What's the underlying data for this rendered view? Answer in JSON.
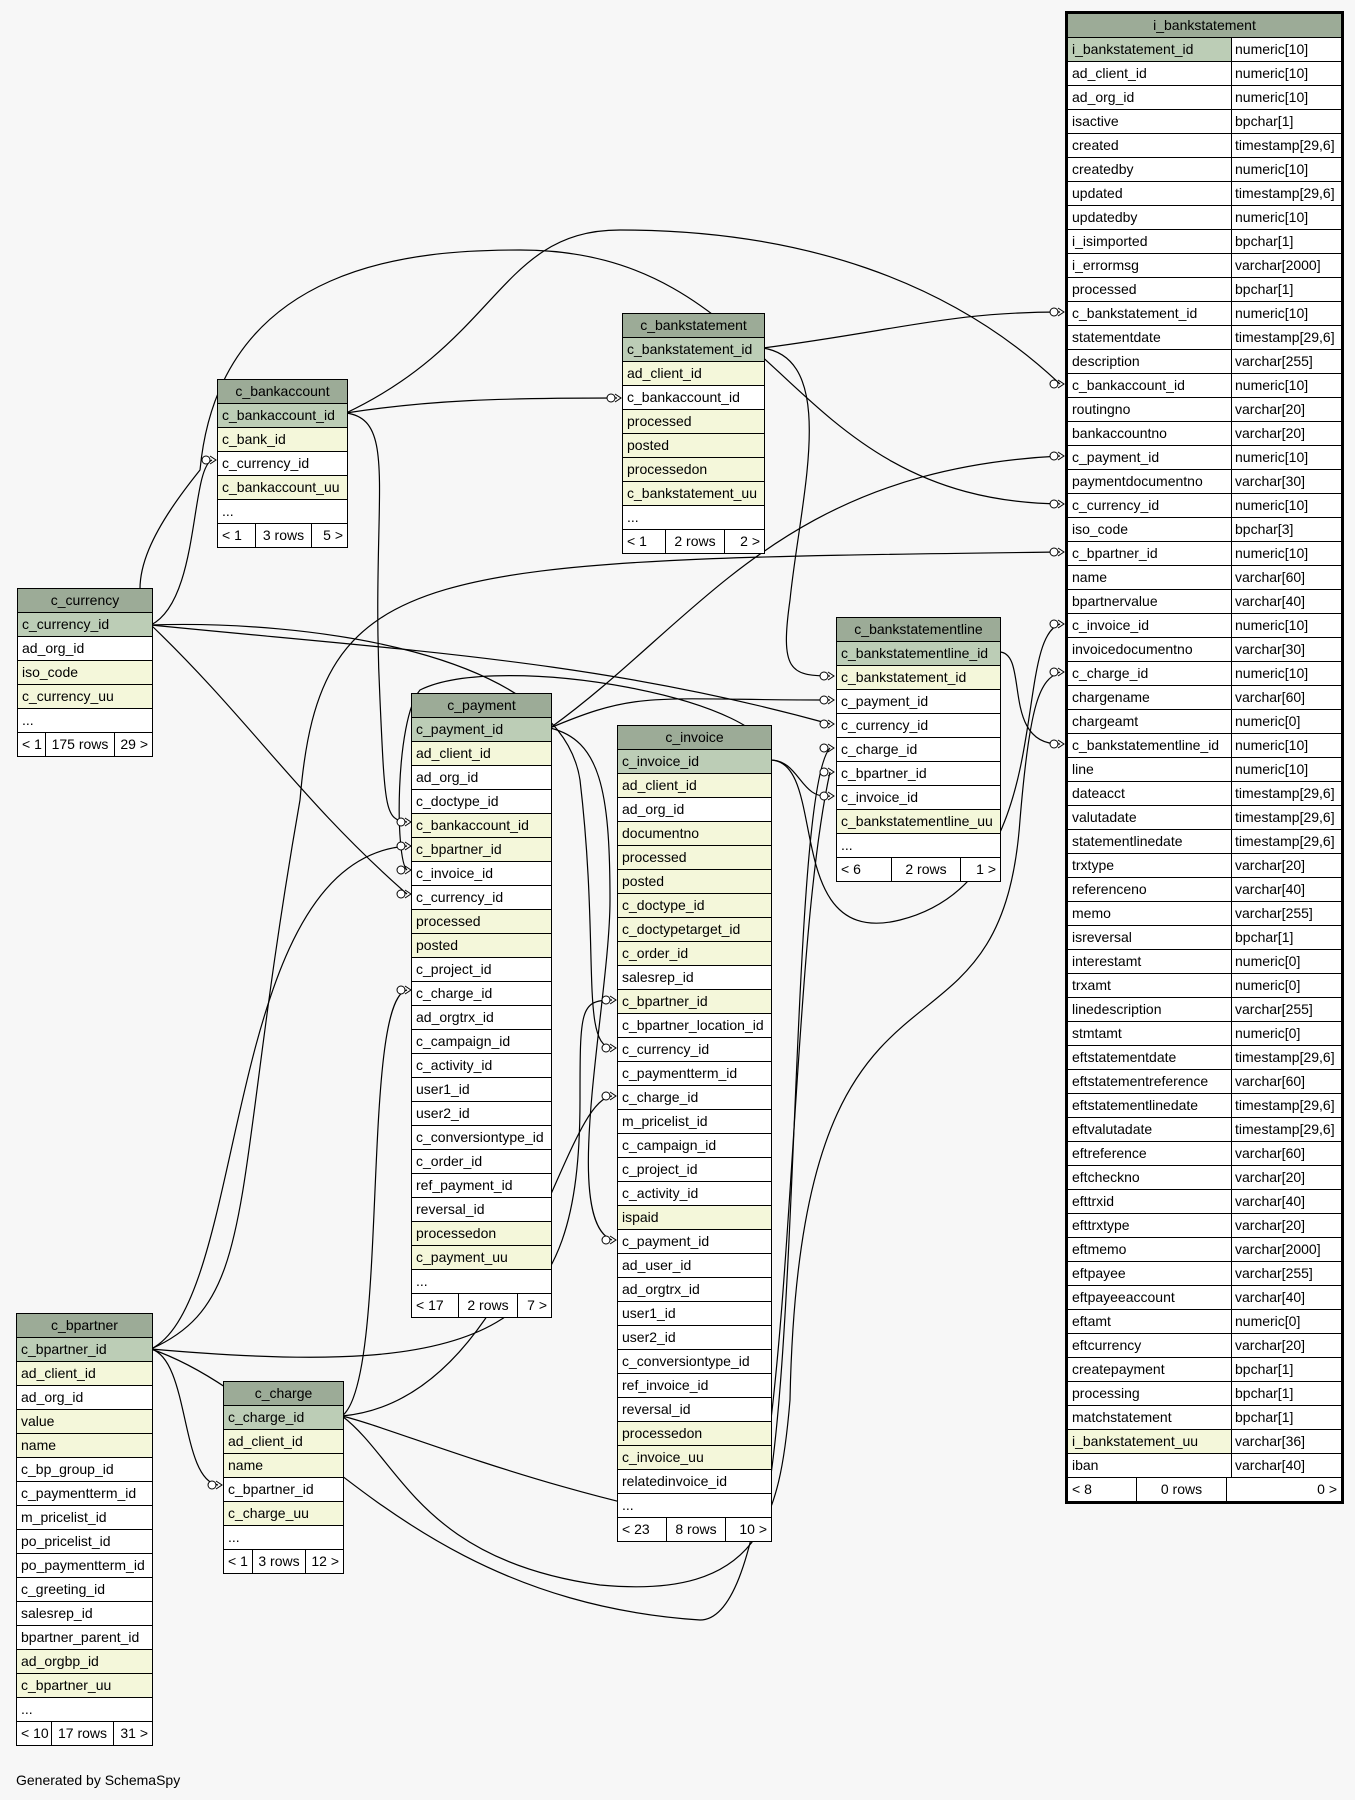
{
  "credit": "Generated by SchemaSpy",
  "colors": {
    "header": "#9cab97",
    "pk": "#bccdb6",
    "indexed": "#f4f7da",
    "plain": "#ffffff"
  },
  "tables": {
    "c_bankaccount": {
      "title": "c_bankaccount",
      "rows": [
        {
          "name": "c_bankaccount_id",
          "kind": "pk"
        },
        {
          "name": "c_bank_id",
          "kind": "idx"
        },
        {
          "name": "c_currency_id",
          "kind": "plain"
        },
        {
          "name": "c_bankaccount_uu",
          "kind": "idx"
        },
        {
          "name": "...",
          "kind": "plain"
        }
      ],
      "footer": [
        "< 1",
        "3 rows",
        "5 >"
      ]
    },
    "c_bankstatement": {
      "title": "c_bankstatement",
      "rows": [
        {
          "name": "c_bankstatement_id",
          "kind": "pk"
        },
        {
          "name": "ad_client_id",
          "kind": "idx"
        },
        {
          "name": "c_bankaccount_id",
          "kind": "plain"
        },
        {
          "name": "processed",
          "kind": "idx"
        },
        {
          "name": "posted",
          "kind": "idx"
        },
        {
          "name": "processedon",
          "kind": "idx"
        },
        {
          "name": "c_bankstatement_uu",
          "kind": "idx"
        },
        {
          "name": "...",
          "kind": "plain"
        }
      ],
      "footer": [
        "< 1",
        "2 rows",
        "2 >"
      ]
    },
    "c_currency": {
      "title": "c_currency",
      "rows": [
        {
          "name": "c_currency_id",
          "kind": "pk"
        },
        {
          "name": "ad_org_id",
          "kind": "plain"
        },
        {
          "name": "iso_code",
          "kind": "idx"
        },
        {
          "name": "c_currency_uu",
          "kind": "idx"
        },
        {
          "name": "...",
          "kind": "plain"
        }
      ],
      "footer": [
        "< 1",
        "175 rows",
        "29 >"
      ]
    },
    "c_payment": {
      "title": "c_payment",
      "rows": [
        {
          "name": "c_payment_id",
          "kind": "pk"
        },
        {
          "name": "ad_client_id",
          "kind": "idx"
        },
        {
          "name": "ad_org_id",
          "kind": "plain"
        },
        {
          "name": "c_doctype_id",
          "kind": "plain"
        },
        {
          "name": "c_bankaccount_id",
          "kind": "idx"
        },
        {
          "name": "c_bpartner_id",
          "kind": "idx"
        },
        {
          "name": "c_invoice_id",
          "kind": "plain"
        },
        {
          "name": "c_currency_id",
          "kind": "plain"
        },
        {
          "name": "processed",
          "kind": "idx"
        },
        {
          "name": "posted",
          "kind": "idx"
        },
        {
          "name": "c_project_id",
          "kind": "plain"
        },
        {
          "name": "c_charge_id",
          "kind": "plain"
        },
        {
          "name": "ad_orgtrx_id",
          "kind": "plain"
        },
        {
          "name": "c_campaign_id",
          "kind": "plain"
        },
        {
          "name": "c_activity_id",
          "kind": "plain"
        },
        {
          "name": "user1_id",
          "kind": "plain"
        },
        {
          "name": "user2_id",
          "kind": "plain"
        },
        {
          "name": "c_conversiontype_id",
          "kind": "plain"
        },
        {
          "name": "c_order_id",
          "kind": "plain"
        },
        {
          "name": "ref_payment_id",
          "kind": "plain"
        },
        {
          "name": "reversal_id",
          "kind": "plain"
        },
        {
          "name": "processedon",
          "kind": "idx"
        },
        {
          "name": "c_payment_uu",
          "kind": "idx"
        },
        {
          "name": "...",
          "kind": "plain"
        }
      ],
      "footer": [
        "< 17",
        "2 rows",
        "7 >"
      ]
    },
    "c_invoice": {
      "title": "c_invoice",
      "rows": [
        {
          "name": "c_invoice_id",
          "kind": "pk"
        },
        {
          "name": "ad_client_id",
          "kind": "idx"
        },
        {
          "name": "ad_org_id",
          "kind": "plain"
        },
        {
          "name": "documentno",
          "kind": "idx"
        },
        {
          "name": "processed",
          "kind": "idx"
        },
        {
          "name": "posted",
          "kind": "idx"
        },
        {
          "name": "c_doctype_id",
          "kind": "idx"
        },
        {
          "name": "c_doctypetarget_id",
          "kind": "idx"
        },
        {
          "name": "c_order_id",
          "kind": "idx"
        },
        {
          "name": "salesrep_id",
          "kind": "plain"
        },
        {
          "name": "c_bpartner_id",
          "kind": "idx"
        },
        {
          "name": "c_bpartner_location_id",
          "kind": "plain"
        },
        {
          "name": "c_currency_id",
          "kind": "plain"
        },
        {
          "name": "c_paymentterm_id",
          "kind": "plain"
        },
        {
          "name": "c_charge_id",
          "kind": "plain"
        },
        {
          "name": "m_pricelist_id",
          "kind": "plain"
        },
        {
          "name": "c_campaign_id",
          "kind": "plain"
        },
        {
          "name": "c_project_id",
          "kind": "plain"
        },
        {
          "name": "c_activity_id",
          "kind": "plain"
        },
        {
          "name": "ispaid",
          "kind": "idx"
        },
        {
          "name": "c_payment_id",
          "kind": "plain"
        },
        {
          "name": "ad_user_id",
          "kind": "plain"
        },
        {
          "name": "ad_orgtrx_id",
          "kind": "plain"
        },
        {
          "name": "user1_id",
          "kind": "plain"
        },
        {
          "name": "user2_id",
          "kind": "plain"
        },
        {
          "name": "c_conversiontype_id",
          "kind": "plain"
        },
        {
          "name": "ref_invoice_id",
          "kind": "plain"
        },
        {
          "name": "reversal_id",
          "kind": "plain"
        },
        {
          "name": "processedon",
          "kind": "idx"
        },
        {
          "name": "c_invoice_uu",
          "kind": "idx"
        },
        {
          "name": "relatedinvoice_id",
          "kind": "plain"
        },
        {
          "name": "...",
          "kind": "plain"
        }
      ],
      "footer": [
        "< 23",
        "8 rows",
        "10 >"
      ]
    },
    "c_bankstatementline": {
      "title": "c_bankstatementline",
      "rows": [
        {
          "name": "c_bankstatementline_id",
          "kind": "pk"
        },
        {
          "name": "c_bankstatement_id",
          "kind": "idx"
        },
        {
          "name": "c_payment_id",
          "kind": "plain"
        },
        {
          "name": "c_currency_id",
          "kind": "plain"
        },
        {
          "name": "c_charge_id",
          "kind": "plain"
        },
        {
          "name": "c_bpartner_id",
          "kind": "plain"
        },
        {
          "name": "c_invoice_id",
          "kind": "plain"
        },
        {
          "name": "c_bankstatementline_uu",
          "kind": "idx"
        },
        {
          "name": "...",
          "kind": "plain"
        }
      ],
      "footer": [
        "< 6",
        "2 rows",
        "1 >"
      ]
    },
    "c_bpartner": {
      "title": "c_bpartner",
      "rows": [
        {
          "name": "c_bpartner_id",
          "kind": "pk"
        },
        {
          "name": "ad_client_id",
          "kind": "idx"
        },
        {
          "name": "ad_org_id",
          "kind": "plain"
        },
        {
          "name": "value",
          "kind": "idx"
        },
        {
          "name": "name",
          "kind": "idx"
        },
        {
          "name": "c_bp_group_id",
          "kind": "plain"
        },
        {
          "name": "c_paymentterm_id",
          "kind": "plain"
        },
        {
          "name": "m_pricelist_id",
          "kind": "plain"
        },
        {
          "name": "po_pricelist_id",
          "kind": "plain"
        },
        {
          "name": "po_paymentterm_id",
          "kind": "plain"
        },
        {
          "name": "c_greeting_id",
          "kind": "plain"
        },
        {
          "name": "salesrep_id",
          "kind": "plain"
        },
        {
          "name": "bpartner_parent_id",
          "kind": "plain"
        },
        {
          "name": "ad_orgbp_id",
          "kind": "idx"
        },
        {
          "name": "c_bpartner_uu",
          "kind": "idx"
        },
        {
          "name": "...",
          "kind": "plain"
        }
      ],
      "footer": [
        "< 10",
        "17 rows",
        "31 >"
      ]
    },
    "c_charge": {
      "title": "c_charge",
      "rows": [
        {
          "name": "c_charge_id",
          "kind": "pk"
        },
        {
          "name": "ad_client_id",
          "kind": "idx"
        },
        {
          "name": "name",
          "kind": "idx"
        },
        {
          "name": "c_bpartner_id",
          "kind": "plain"
        },
        {
          "name": "c_charge_uu",
          "kind": "idx"
        },
        {
          "name": "...",
          "kind": "plain"
        }
      ],
      "footer": [
        "< 1",
        "3 rows",
        "12 >"
      ]
    },
    "i_bankstatement": {
      "title": "i_bankstatement",
      "rows": [
        {
          "name": "i_bankstatement_id",
          "type": "numeric[10]",
          "kind": "pk"
        },
        {
          "name": "ad_client_id",
          "type": "numeric[10]",
          "kind": "plain"
        },
        {
          "name": "ad_org_id",
          "type": "numeric[10]",
          "kind": "plain"
        },
        {
          "name": "isactive",
          "type": "bpchar[1]",
          "kind": "plain"
        },
        {
          "name": "created",
          "type": "timestamp[29,6]",
          "kind": "plain"
        },
        {
          "name": "createdby",
          "type": "numeric[10]",
          "kind": "plain"
        },
        {
          "name": "updated",
          "type": "timestamp[29,6]",
          "kind": "plain"
        },
        {
          "name": "updatedby",
          "type": "numeric[10]",
          "kind": "plain"
        },
        {
          "name": "i_isimported",
          "type": "bpchar[1]",
          "kind": "plain"
        },
        {
          "name": "i_errormsg",
          "type": "varchar[2000]",
          "kind": "plain"
        },
        {
          "name": "processed",
          "type": "bpchar[1]",
          "kind": "plain"
        },
        {
          "name": "c_bankstatement_id",
          "type": "numeric[10]",
          "kind": "plain"
        },
        {
          "name": "statementdate",
          "type": "timestamp[29,6]",
          "kind": "plain"
        },
        {
          "name": "description",
          "type": "varchar[255]",
          "kind": "plain"
        },
        {
          "name": "c_bankaccount_id",
          "type": "numeric[10]",
          "kind": "plain"
        },
        {
          "name": "routingno",
          "type": "varchar[20]",
          "kind": "plain"
        },
        {
          "name": "bankaccountno",
          "type": "varchar[20]",
          "kind": "plain"
        },
        {
          "name": "c_payment_id",
          "type": "numeric[10]",
          "kind": "plain"
        },
        {
          "name": "paymentdocumentno",
          "type": "varchar[30]",
          "kind": "plain"
        },
        {
          "name": "c_currency_id",
          "type": "numeric[10]",
          "kind": "plain"
        },
        {
          "name": "iso_code",
          "type": "bpchar[3]",
          "kind": "plain"
        },
        {
          "name": "c_bpartner_id",
          "type": "numeric[10]",
          "kind": "plain"
        },
        {
          "name": "name",
          "type": "varchar[60]",
          "kind": "plain"
        },
        {
          "name": "bpartnervalue",
          "type": "varchar[40]",
          "kind": "plain"
        },
        {
          "name": "c_invoice_id",
          "type": "numeric[10]",
          "kind": "plain"
        },
        {
          "name": "invoicedocumentno",
          "type": "varchar[30]",
          "kind": "plain"
        },
        {
          "name": "c_charge_id",
          "type": "numeric[10]",
          "kind": "plain"
        },
        {
          "name": "chargename",
          "type": "varchar[60]",
          "kind": "plain"
        },
        {
          "name": "chargeamt",
          "type": "numeric[0]",
          "kind": "plain"
        },
        {
          "name": "c_bankstatementline_id",
          "type": "numeric[10]",
          "kind": "plain"
        },
        {
          "name": "line",
          "type": "numeric[10]",
          "kind": "plain"
        },
        {
          "name": "dateacct",
          "type": "timestamp[29,6]",
          "kind": "plain"
        },
        {
          "name": "valutadate",
          "type": "timestamp[29,6]",
          "kind": "plain"
        },
        {
          "name": "statementlinedate",
          "type": "timestamp[29,6]",
          "kind": "plain"
        },
        {
          "name": "trxtype",
          "type": "varchar[20]",
          "kind": "plain"
        },
        {
          "name": "referenceno",
          "type": "varchar[40]",
          "kind": "plain"
        },
        {
          "name": "memo",
          "type": "varchar[255]",
          "kind": "plain"
        },
        {
          "name": "isreversal",
          "type": "bpchar[1]",
          "kind": "plain"
        },
        {
          "name": "interestamt",
          "type": "numeric[0]",
          "kind": "plain"
        },
        {
          "name": "trxamt",
          "type": "numeric[0]",
          "kind": "plain"
        },
        {
          "name": "linedescription",
          "type": "varchar[255]",
          "kind": "plain"
        },
        {
          "name": "stmtamt",
          "type": "numeric[0]",
          "kind": "plain"
        },
        {
          "name": "eftstatementdate",
          "type": "timestamp[29,6]",
          "kind": "plain"
        },
        {
          "name": "eftstatementreference",
          "type": "varchar[60]",
          "kind": "plain"
        },
        {
          "name": "eftstatementlinedate",
          "type": "timestamp[29,6]",
          "kind": "plain"
        },
        {
          "name": "eftvalutadate",
          "type": "timestamp[29,6]",
          "kind": "plain"
        },
        {
          "name": "eftreference",
          "type": "varchar[60]",
          "kind": "plain"
        },
        {
          "name": "eftcheckno",
          "type": "varchar[20]",
          "kind": "plain"
        },
        {
          "name": "efttrxid",
          "type": "varchar[40]",
          "kind": "plain"
        },
        {
          "name": "efttrxtype",
          "type": "varchar[20]",
          "kind": "plain"
        },
        {
          "name": "eftmemo",
          "type": "varchar[2000]",
          "kind": "plain"
        },
        {
          "name": "eftpayee",
          "type": "varchar[255]",
          "kind": "plain"
        },
        {
          "name": "eftpayeeaccount",
          "type": "varchar[40]",
          "kind": "plain"
        },
        {
          "name": "eftamt",
          "type": "numeric[0]",
          "kind": "plain"
        },
        {
          "name": "eftcurrency",
          "type": "varchar[20]",
          "kind": "plain"
        },
        {
          "name": "createpayment",
          "type": "bpchar[1]",
          "kind": "plain"
        },
        {
          "name": "processing",
          "type": "bpchar[1]",
          "kind": "plain"
        },
        {
          "name": "matchstatement",
          "type": "bpchar[1]",
          "kind": "plain"
        },
        {
          "name": "i_bankstatement_uu",
          "type": "varchar[36]",
          "kind": "idx"
        },
        {
          "name": "iban",
          "type": "varchar[40]",
          "kind": "plain"
        }
      ],
      "footer": [
        "< 8",
        "0 rows",
        "0 >"
      ]
    }
  }
}
